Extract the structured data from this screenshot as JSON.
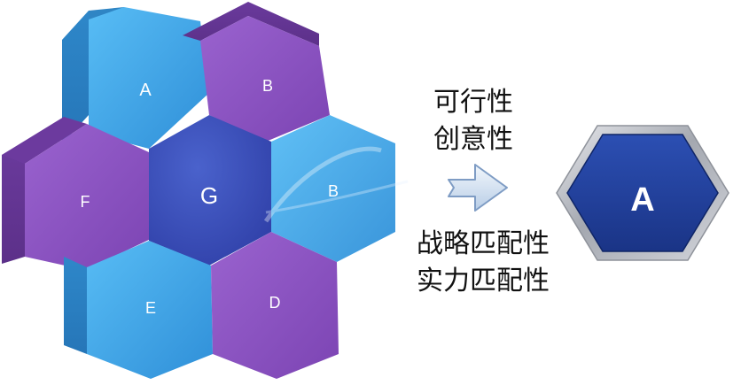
{
  "cluster": {
    "hexagons": [
      {
        "id": "a",
        "label": "A",
        "color": "blue"
      },
      {
        "id": "b-top",
        "label": "B",
        "color": "purple"
      },
      {
        "id": "f",
        "label": "F",
        "color": "purple"
      },
      {
        "id": "g",
        "label": "G",
        "color": "navy"
      },
      {
        "id": "b-right",
        "label": "B",
        "color": "blue"
      },
      {
        "id": "e",
        "label": "E",
        "color": "blue"
      },
      {
        "id": "d",
        "label": "D",
        "color": "purple"
      }
    ],
    "colors": {
      "blue": "#3fa6e8",
      "purple": "#8a4fbf",
      "navy": "#3a4db8"
    }
  },
  "criteria_top": [
    "可行性",
    "创意性"
  ],
  "criteria_bottom": [
    "战略匹配性",
    "实力匹配性"
  ],
  "result": {
    "label": "A",
    "fill": "#1f3f9a",
    "frame": "#b5b8bf"
  }
}
